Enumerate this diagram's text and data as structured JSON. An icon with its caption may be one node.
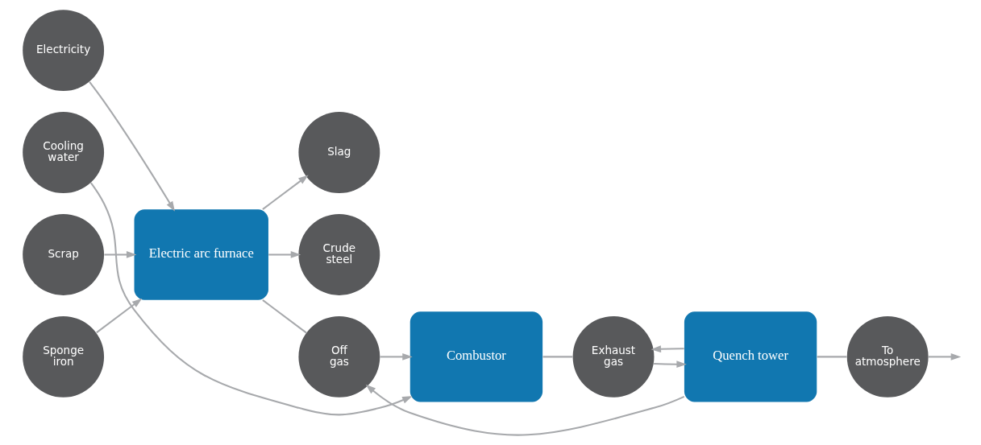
{
  "diagram": {
    "nodes": [
      {
        "text": [
          "Electricity"
        ]
      },
      {
        "text": [
          "Scrap"
        ]
      },
      {
        "text": [
          "Sponge iron"
        ]
      },
      {
        "text": [
          "Electric arc furnace"
        ]
      },
      {
        "text": [
          "Slag"
        ]
      },
      {
        "text": [
          "Crude steel"
        ]
      },
      {
        "text": [
          "Off gas"
        ]
      },
      {
        "text": [
          "Combustor"
        ]
      },
      {
        "text": [
          "Cooling water"
        ]
      },
      {
        "text": [
          "Exhaust gas"
        ]
      },
      {
        "text": [
          "Quench tower"
        ]
      },
      {
        "text": [
          "To atmosphere"
        ]
      }
    ],
    "edges": [
      {
        "from": 0,
        "to": 3,
        "arrow": "to"
      },
      {
        "from": 1,
        "to": 3,
        "arrow": "to"
      },
      {
        "from": 2,
        "to": 3,
        "arrow": "to"
      },
      {
        "from": 3,
        "to": 4,
        "arrow": "to"
      },
      {
        "from": 3,
        "to": 5,
        "arrow": "to"
      },
      {
        "from": 3,
        "to": 6,
        "arrow": "none"
      },
      {
        "from": 6,
        "to": 7,
        "arrow": "to"
      },
      {
        "from": 8,
        "to": 7,
        "arrow": "to"
      },
      {
        "from": 7,
        "to": 9,
        "arrow": "none"
      },
      {
        "from": 9,
        "to": 10,
        "arrow": "to"
      },
      {
        "from": 10,
        "to": 11,
        "arrow": "none"
      },
      {
        "from": 11,
        "to": null,
        "arrow": "to"
      },
      {
        "from": 10,
        "to": 6,
        "arrow": "to"
      },
      {
        "from": 10,
        "to": 9,
        "arrow": "to"
      }
    ]
  }
}
